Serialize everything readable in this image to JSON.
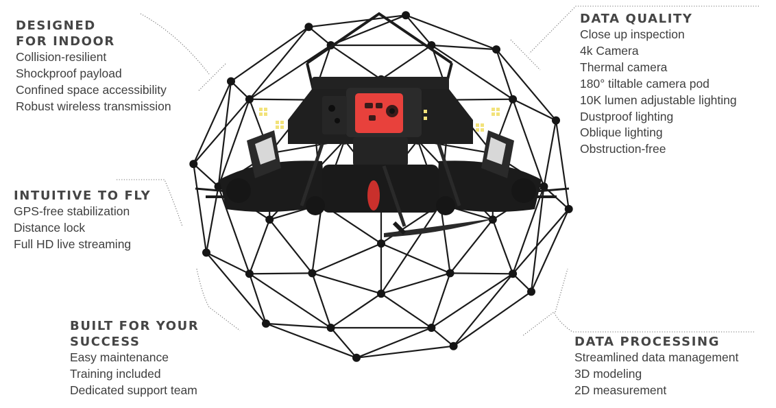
{
  "features": {
    "indoor": {
      "title": [
        "DESIGNED",
        "FOR INDOOR"
      ],
      "items": [
        "Collision-resilient",
        "Shockproof payload",
        "Confined space accessibility",
        "Robust wireless transmission"
      ]
    },
    "fly": {
      "title": [
        "INTUITIVE TO FLY"
      ],
      "items": [
        "GPS-free stabilization",
        "Distance lock",
        "Full HD live streaming"
      ]
    },
    "success": {
      "title": [
        "BUILT FOR YOUR",
        "SUCCESS"
      ],
      "items": [
        "Easy maintenance",
        "Training included",
        "Dedicated support team"
      ]
    },
    "quality": {
      "title": [
        "DATA QUALITY"
      ],
      "items": [
        "Close up inspection",
        "4k Camera",
        "Thermal camera",
        "180° tiltable camera pod",
        "10K lumen adjustable lighting",
        "Dustproof lighting",
        "Oblique lighting",
        "Obstruction-free"
      ]
    },
    "process": {
      "title": [
        "DATA PROCESSING"
      ],
      "items": [
        "Streamlined data management",
        "3D modeling",
        "2D measurement"
      ]
    }
  },
  "colors": {
    "text": "#3e3e3e",
    "cage": "#1a1a1a",
    "camera_accent": "#e8413c",
    "led": "#f2e27a"
  }
}
